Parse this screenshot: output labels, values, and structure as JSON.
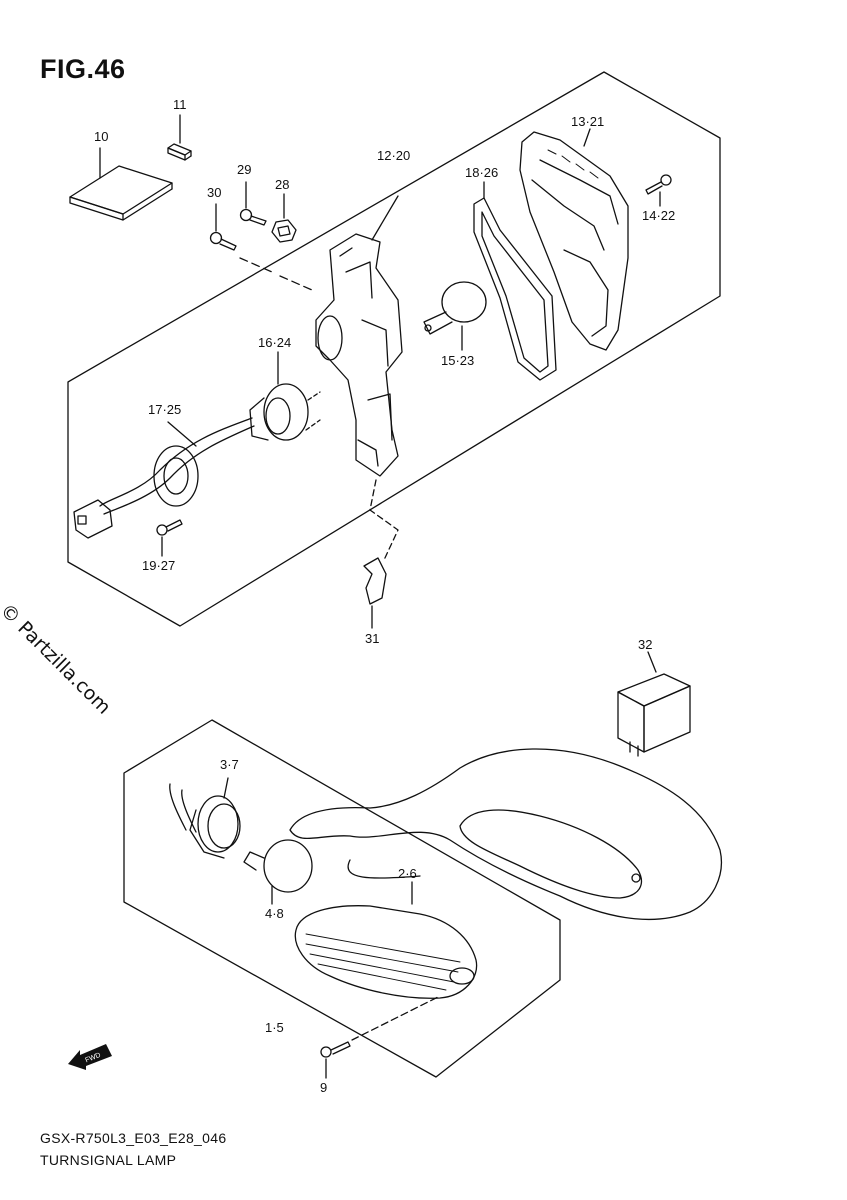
{
  "figure_title": "FIG.46",
  "callouts": {
    "c10": "10",
    "c11": "11",
    "c29": "29",
    "c30": "30",
    "c28": "28",
    "c12_20": "12·20",
    "c18_26": "18·26",
    "c13_21": "13·21",
    "c14_22": "14·22",
    "c16_24": "16·24",
    "c15_23": "15·23",
    "c17_25": "17·25",
    "c19_27": "19·27",
    "c31": "31",
    "c32": "32",
    "c3_7": "3·7",
    "c2_6": "2·6",
    "c4_8": "4·8",
    "c1_5": "1·5",
    "c9": "9"
  },
  "watermark": "© Partzilla.com",
  "forward_arrow": "FWD",
  "footer": {
    "model_code": "GSX-R750L3_E03_E28_046",
    "section_name": "TURNSIGNAL LAMP"
  },
  "colors": {
    "line": "#111111",
    "background": "#ffffff"
  }
}
